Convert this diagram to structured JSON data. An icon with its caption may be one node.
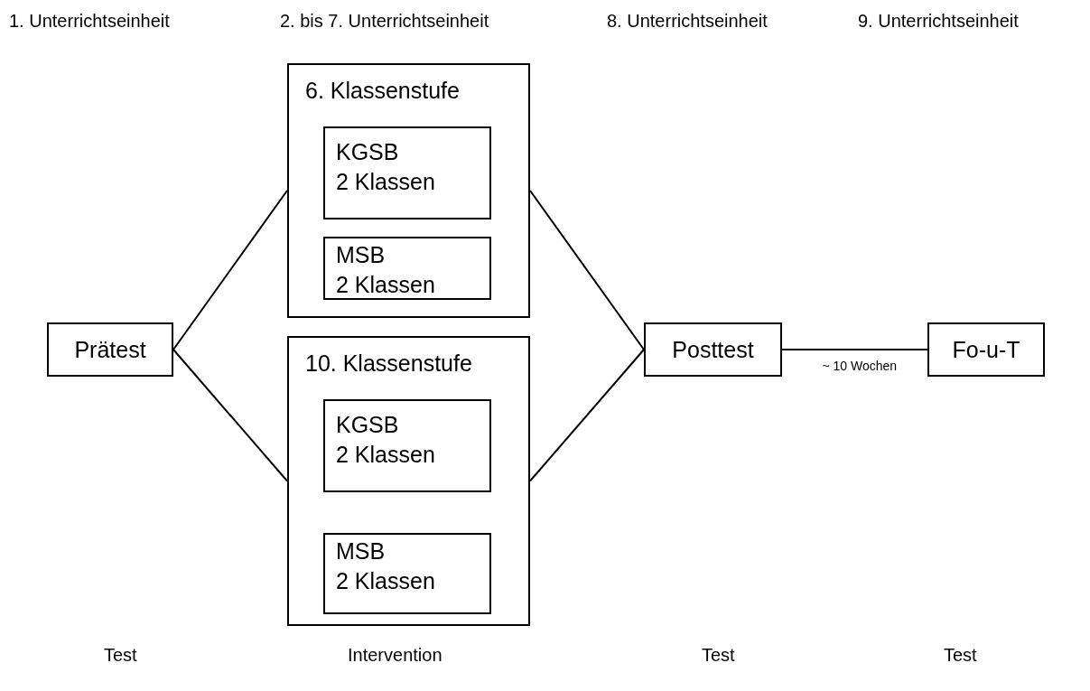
{
  "diagram": {
    "nodes": [
      {
        "text": [
          "Prätest"
        ]
      },
      {
        "text": [
          "6. Klassenstufe"
        ]
      },
      {
        "text": [
          "KGSB 2 Klassen"
        ],
        "in": 1
      },
      {
        "text": [
          "MSB 2 Klassen"
        ],
        "in": 1
      },
      {
        "text": [
          "10. Klassenstufe"
        ]
      },
      {
        "text": [
          "KGSB 2 Klassen"
        ],
        "in": 4
      },
      {
        "text": [
          "MSB 2 Klassen"
        ],
        "in": 4
      },
      {
        "text": [
          "Posttest"
        ]
      },
      {
        "text": [
          "Fo-u-T"
        ]
      }
    ],
    "edges": [
      {
        "from": 0,
        "to": 1,
        "arrow": "none"
      },
      {
        "from": 0,
        "to": 4,
        "arrow": "none"
      },
      {
        "from": 1,
        "to": 7,
        "arrow": "none"
      },
      {
        "from": 4,
        "to": 7,
        "arrow": "none"
      },
      {
        "from": 7,
        "to": 8,
        "arrow": "none",
        "label": "~ 10 Wochen"
      }
    ],
    "labels": [
      "1. Unterrichtseinheit",
      "2. bis 7. Unterrichtseinheit",
      "8. Unterrichtseinheit",
      "9. Unterrichtseinheit",
      "Test",
      "Intervention",
      "Test",
      "Test"
    ]
  }
}
